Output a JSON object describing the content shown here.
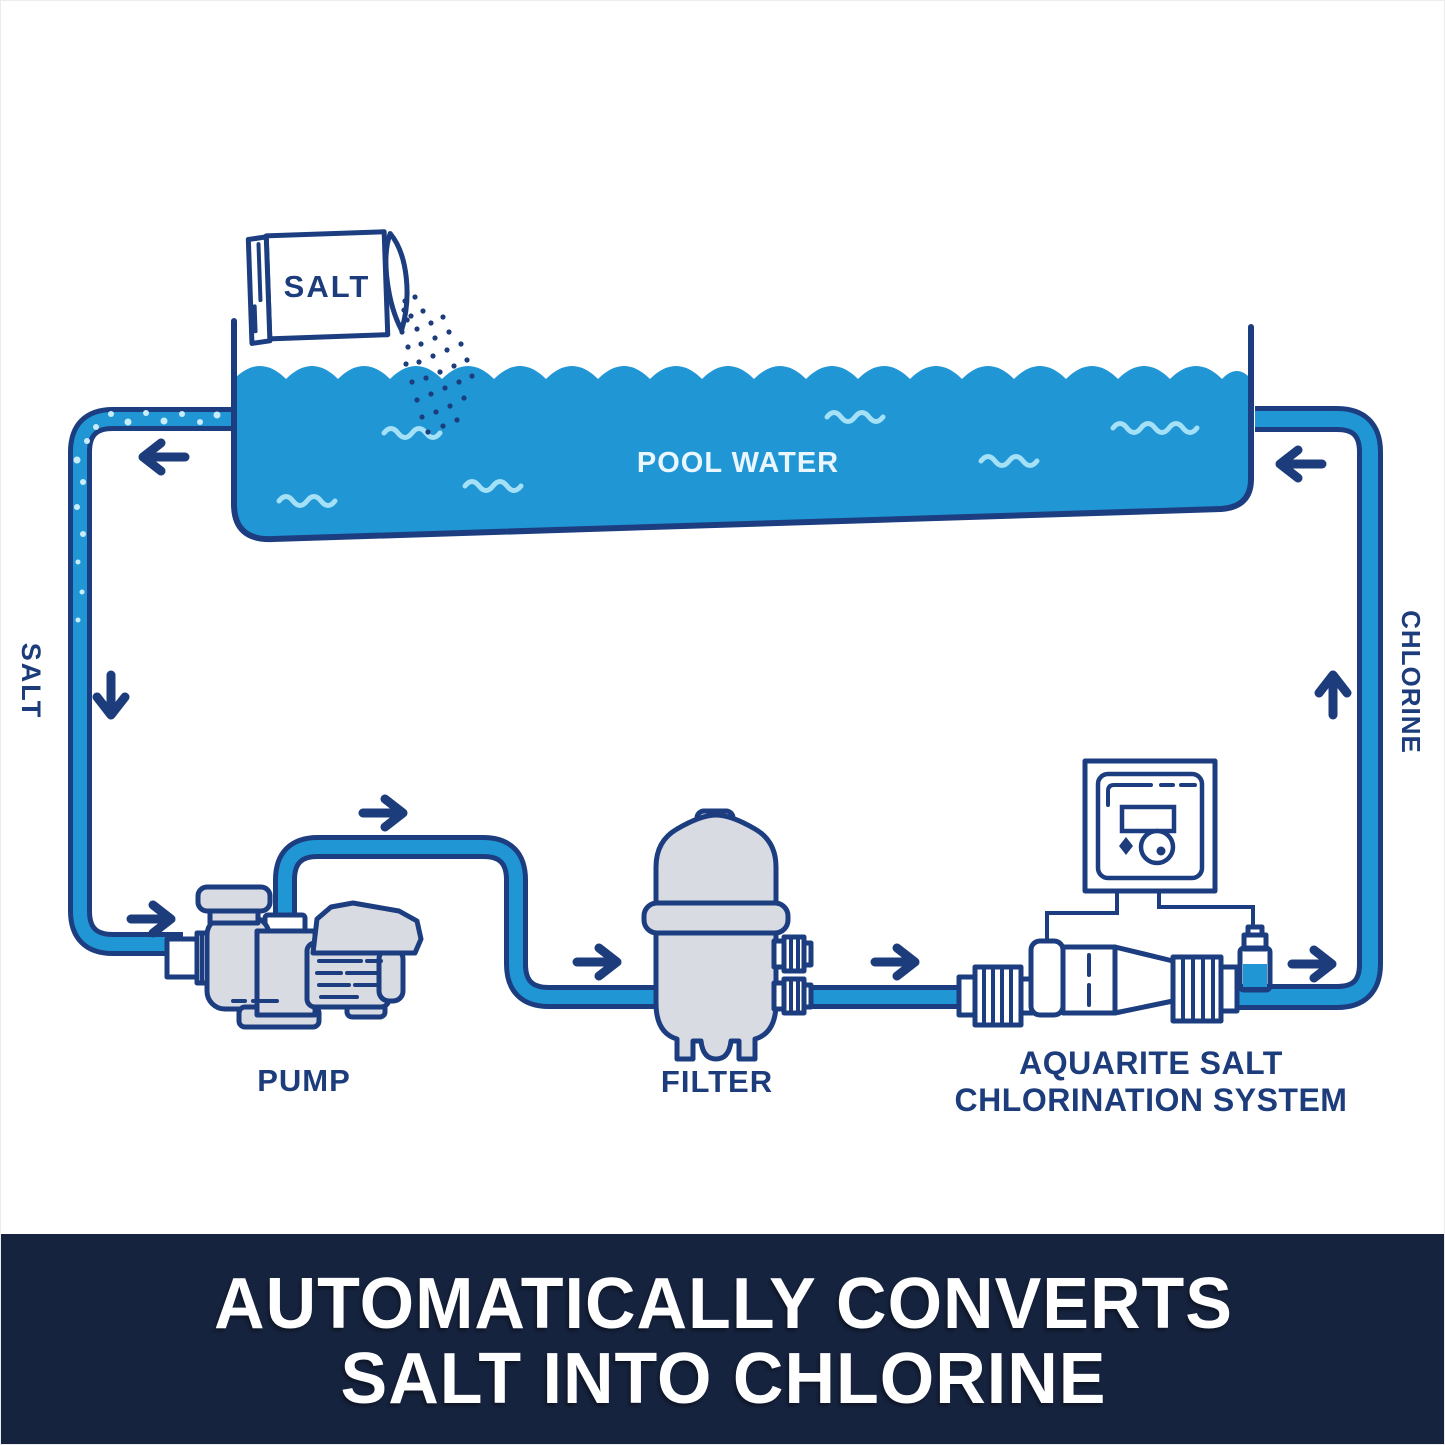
{
  "diagram": {
    "salt_bag": {
      "label": "SALT"
    },
    "pool": {
      "label": "POOL WATER"
    },
    "left_pipe": {
      "label": "SALT"
    },
    "right_pipe": {
      "label": "CHLORINE"
    },
    "pump": {
      "label": "PUMP"
    },
    "filter": {
      "label": "FILTER"
    },
    "chlorinator": {
      "label_line1": "AQUARITE SALT",
      "label_line2": "CHLORINATION SYSTEM"
    }
  },
  "banner": {
    "line1": "AUTOMATICALLY CONVERTS",
    "line2": "SALT INTO CHLORINE"
  },
  "colors": {
    "water_blue": "#2196d5",
    "outline_navy": "#1c3d7f",
    "text_navy": "#1d3c7c",
    "banner_bg": "#16233e",
    "banner_text": "#ffffff",
    "equipment_gray": "#d9dbe3",
    "wave_light": "#a5e1f6",
    "pipe_dot": "#c9ecfa",
    "pool_text": "#e9f6fd"
  }
}
